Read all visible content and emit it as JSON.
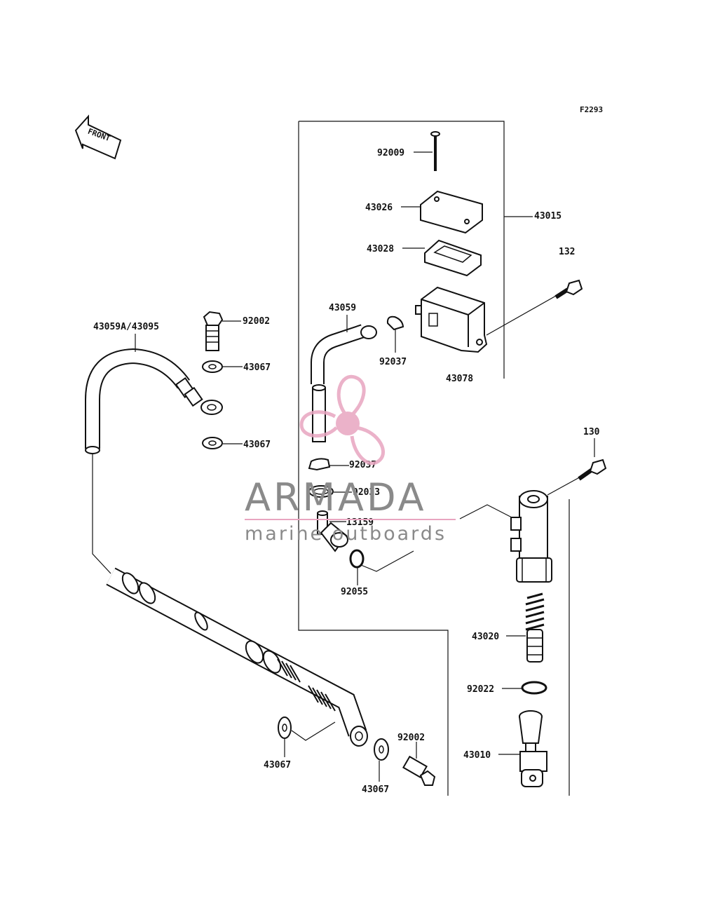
{
  "diagram_code": "F2293",
  "front_label": "FRONT",
  "labels": {
    "p92009": "92009",
    "p43026": "43026",
    "p43015": "43015",
    "p43028": "43028",
    "p132": "132",
    "p43059": "43059",
    "p43059a": "43059A/43095",
    "p92002_top": "92002",
    "p43067_a": "43067",
    "p43067_b": "43067",
    "p92037_a": "92037",
    "p43078": "43078",
    "p130": "130",
    "p92037_b": "92037",
    "p92033": "92033",
    "p13159": "13159",
    "p92055": "92055",
    "p43020": "43020",
    "p92022": "92022",
    "p43010": "43010",
    "p92002_bot": "92002",
    "p43067_c": "43067",
    "p43067_d": "43067"
  },
  "watermark": {
    "title": "ARMADA",
    "subtitle": "marine outboards",
    "colors": {
      "logo": "#e8a5c0",
      "text": "#8a8a8a"
    }
  }
}
